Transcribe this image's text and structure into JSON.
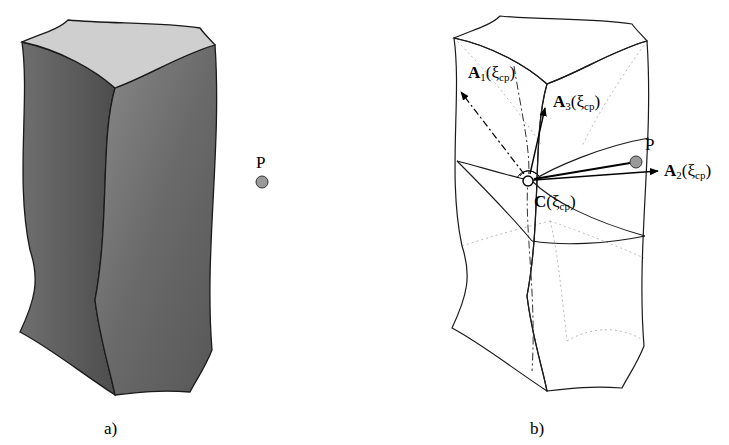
{
  "diagram": {
    "labels": [
      "P",
      "A1(ξcp)",
      "A3(ξcp)",
      "P",
      "A2(ξcp)",
      "C(ξcp)",
      "a)",
      "b)"
    ]
  }
}
